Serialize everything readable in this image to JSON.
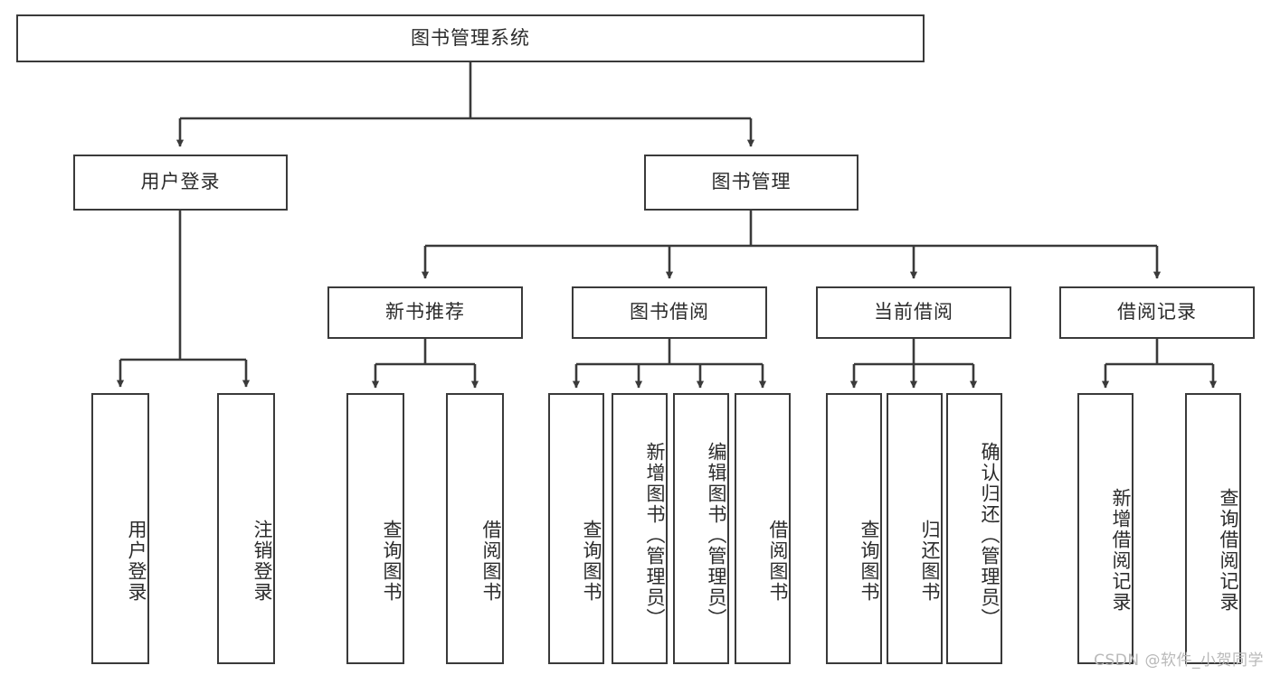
{
  "diagram": {
    "type": "tree",
    "title": "图书管理系统",
    "root": {
      "label": "图书管理系统",
      "level": 1
    },
    "level2": [
      {
        "label": "用户登录"
      },
      {
        "label": "图书管理"
      }
    ],
    "level3": [
      {
        "label": "新书推荐"
      },
      {
        "label": "图书借阅"
      },
      {
        "label": "当前借阅"
      },
      {
        "label": "借阅记录"
      }
    ],
    "leaves": {
      "user_login": [
        {
          "label": "用户登录"
        },
        {
          "label": "注销登录"
        }
      ],
      "new_book_recommend": [
        {
          "label": "查询图书"
        },
        {
          "label": "借阅图书"
        }
      ],
      "book_borrow": [
        {
          "label": "查询图书"
        },
        {
          "label": "新增图书（管理员）"
        },
        {
          "label": "编辑图书（管理员）"
        },
        {
          "label": "借阅图书"
        }
      ],
      "current_borrow": [
        {
          "label": "查询图书"
        },
        {
          "label": "归还图书"
        },
        {
          "label": "确认归还（管理员）"
        }
      ],
      "borrow_record": [
        {
          "label": "新增借阅记录"
        },
        {
          "label": "查询借阅记录"
        }
      ]
    }
  },
  "watermark": {
    "text": "CSDN @软件_小贺同学"
  },
  "colors": {
    "box_border": "#3a3a3a",
    "box_fill": "#ffffff",
    "edge": "#3a3a3a",
    "text": "#2b2b2b",
    "watermark": "#b9b9b9",
    "background": "#ffffff"
  }
}
